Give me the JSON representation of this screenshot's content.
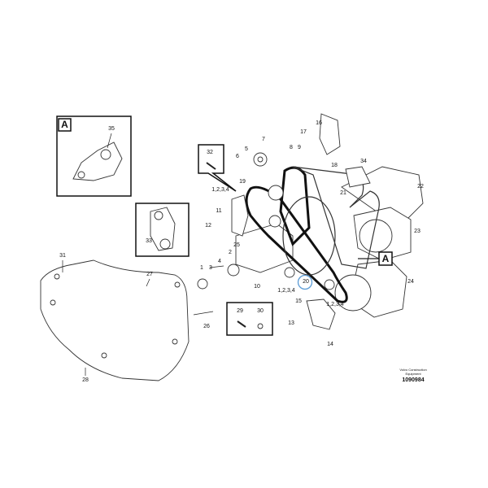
{
  "diagram": {
    "callouts": {
      "c1": "1",
      "c2": "2",
      "c3": "3",
      "c4": "4",
      "c5": "5",
      "c6": "6",
      "c7": "7",
      "c8": "8",
      "c9": "9",
      "c10": "10",
      "c11": "11",
      "c12": "12",
      "c13": "13",
      "c14": "14",
      "c15": "15",
      "c16": "16",
      "c17": "17",
      "c18": "18",
      "c19": "19",
      "c20": "20",
      "c21": "21",
      "c22": "22",
      "c23": "23",
      "c24": "24",
      "c25": "25",
      "c26": "26",
      "c27": "27",
      "c28": "28",
      "c29": "29",
      "c30": "30",
      "c31": "31",
      "c32": "32",
      "c33": "33",
      "c34": "34",
      "c35": "35",
      "k1": "1,2,3,4",
      "k2": "1,2,3,4",
      "k3": "1,2,3,4"
    },
    "view_marker": "A",
    "inset_marker": "A",
    "highlight_color": "#5b9bd5",
    "brand_line1": "Volvo Construction",
    "brand_line2": "Equipment",
    "document_number": "1090984"
  }
}
